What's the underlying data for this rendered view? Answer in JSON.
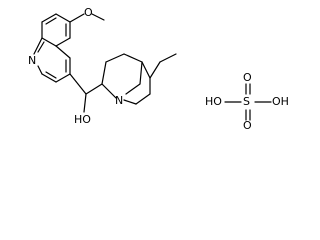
{
  "molecule": {
    "quinoline": {
      "ring_nitrogen": "N",
      "methoxy_oxygen": "O"
    },
    "carbinol": {
      "hydroxyl_label": "HO"
    },
    "quinuclidine": {
      "bridgehead_nitrogen": "N"
    }
  },
  "sulfuric_acid": {
    "sulfur": "S",
    "hydroxyl_left": "HO",
    "hydroxyl_right": "OH",
    "oxo_top": "O",
    "oxo_bottom": "O"
  },
  "colors": {
    "bond": "#000000",
    "background": "#ffffff"
  }
}
